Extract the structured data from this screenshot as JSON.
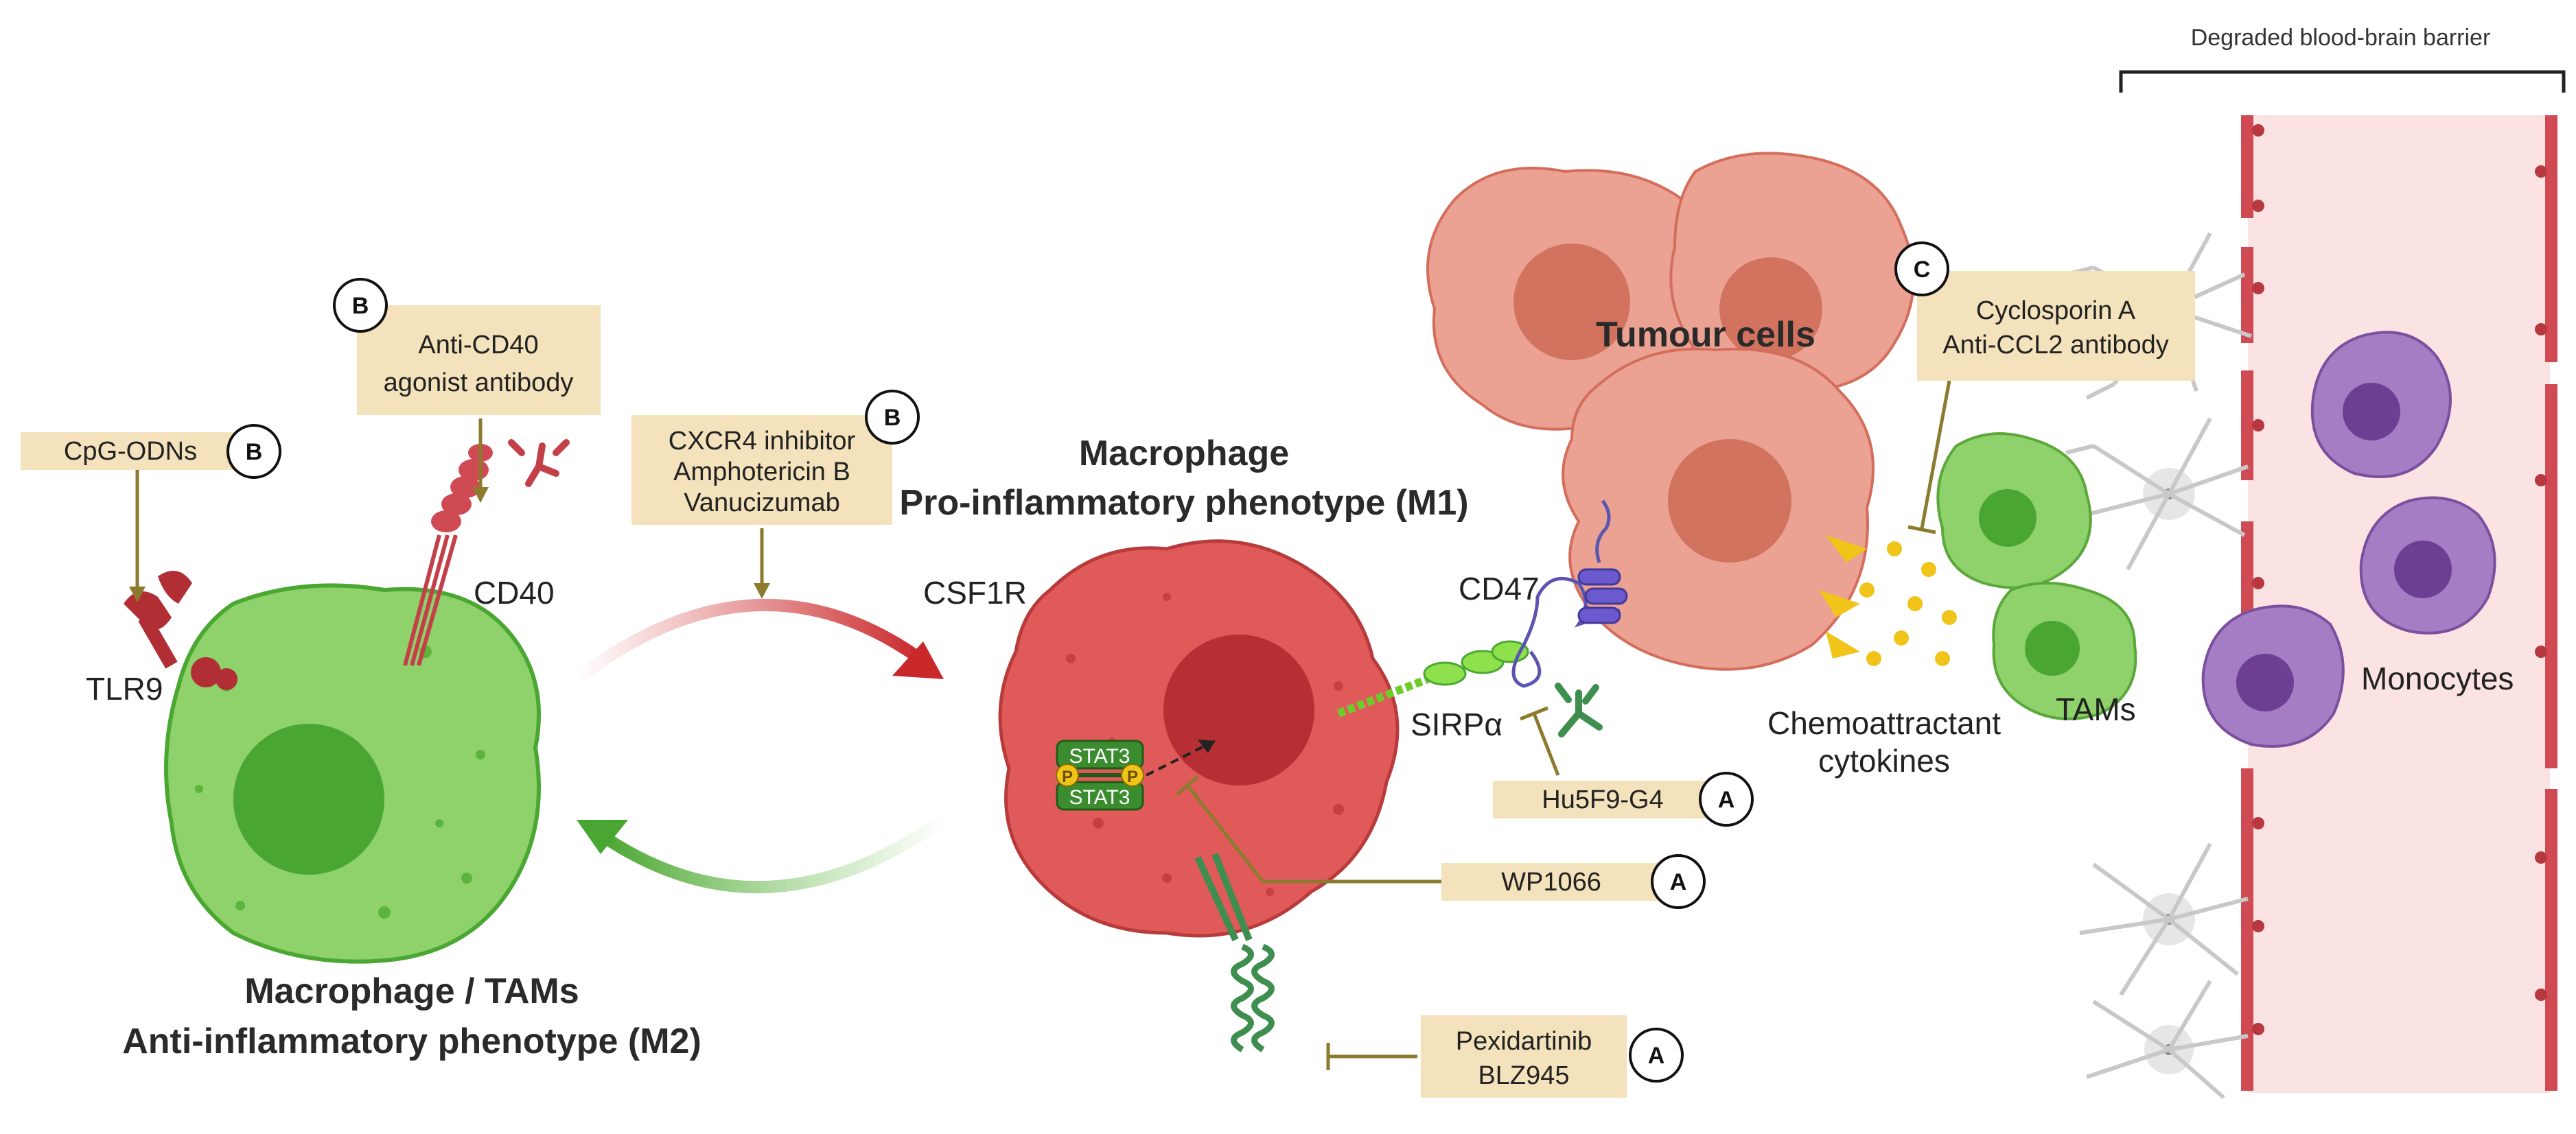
{
  "bbb": {
    "label": "Degraded blood-brain barrier"
  },
  "cells": {
    "m2_title": "Macrophage / TAMs",
    "m2_phenotype": "Anti-inflammatory phenotype (M2)",
    "m1_title": "Macrophage",
    "m1_phenotype": "Pro-inflammatory phenotype (M1)",
    "tumour": "Tumour cells",
    "monocytes": "Monocytes",
    "tams": "TAMs",
    "cytokines_line1": "Chemoattractant",
    "cytokines_line2": "cytokines"
  },
  "receptors": {
    "tlr9": "TLR9",
    "cd40": "CD40",
    "csf1r": "CSF1R",
    "cd47": "CD47",
    "sirpa": "SIRPα",
    "stat3_top": "STAT3",
    "stat3_bottom": "STAT3",
    "phospho": "P"
  },
  "drugs": {
    "cpg": {
      "lines": [
        "CpG-ODNs"
      ],
      "badge": "B"
    },
    "cd40_ab": {
      "lines": [
        "Anti-CD40",
        "agonist antibody"
      ],
      "badge": "B"
    },
    "cxcr4": {
      "lines": [
        "CXCR4 inhibitor",
        "Amphotericin B",
        "Vanucizumab"
      ],
      "badge": "B"
    },
    "cyclosporin": {
      "lines": [
        "Cyclosporin A",
        "Anti-CCL2 antibody"
      ],
      "badge": "C"
    },
    "hu5f9": {
      "lines": [
        "Hu5F9-G4"
      ],
      "badge": "A"
    },
    "wp1066": {
      "lines": [
        "WP1066"
      ],
      "badge": "A"
    },
    "pexidartinib": {
      "lines": [
        "Pexidartinib",
        "BLZ945"
      ],
      "badge": "A"
    }
  },
  "colors": {
    "m1_red": "#e05a5a",
    "m2_green": "#8fd16a",
    "tumour_pink": "#eba293",
    "monocyte_purple": "#a57dc4",
    "drug_box": "#f3e2bb",
    "inhibitor_line": "#8c7a2e",
    "vessel_pink": "#fbe3e3"
  }
}
